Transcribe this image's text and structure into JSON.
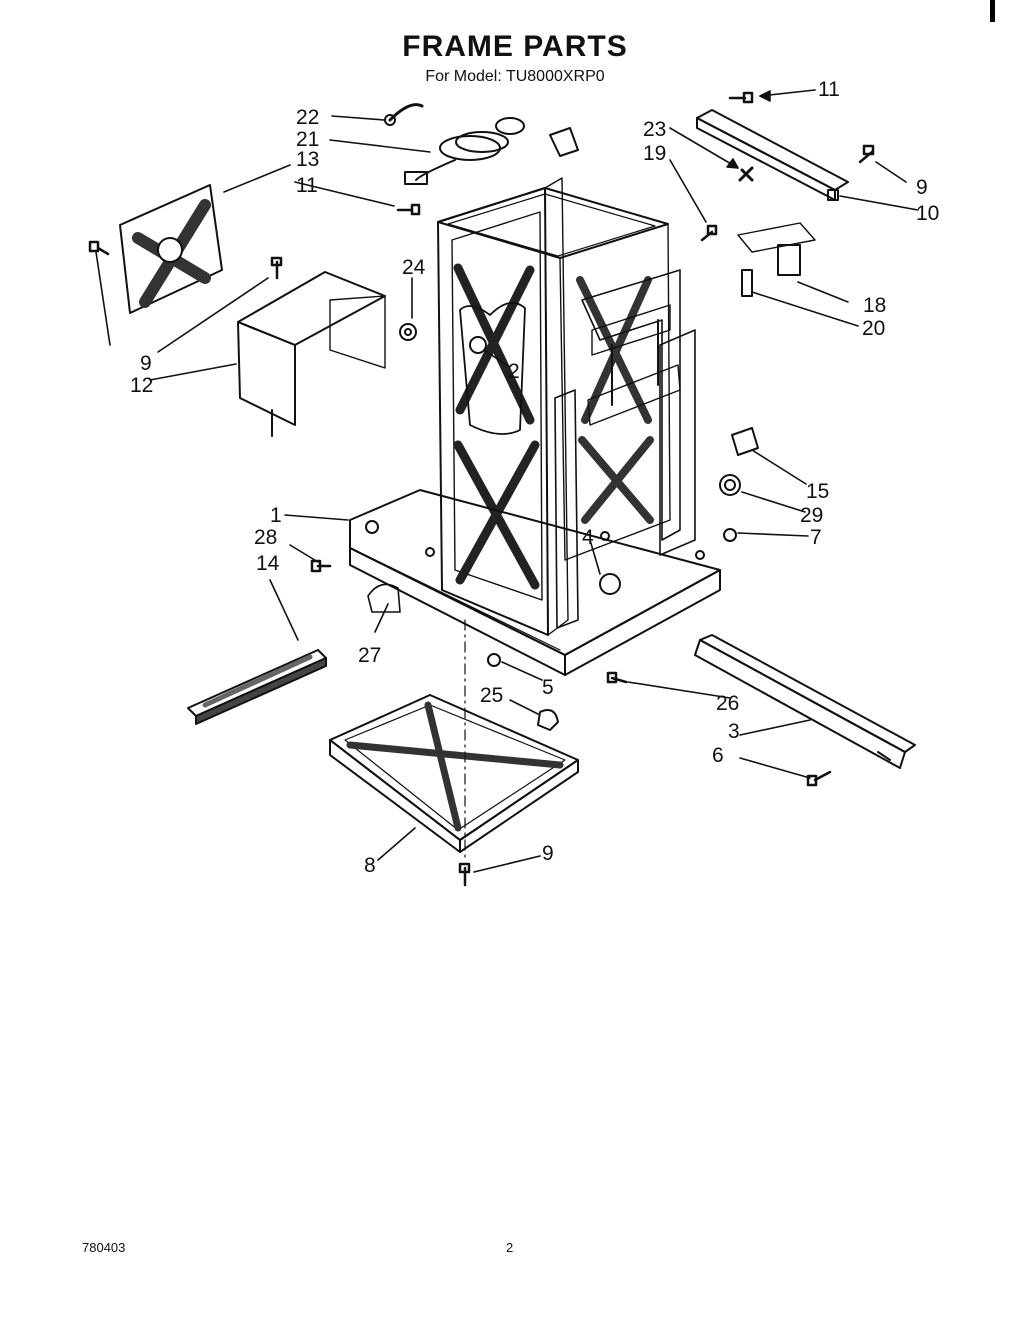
{
  "header": {
    "title": "FRAME PARTS",
    "model_line": "For Model: TU8000XRP0"
  },
  "footer": {
    "doc_number": "780403",
    "page_number": "2"
  },
  "callouts": [
    {
      "part": "1",
      "label": "1"
    },
    {
      "part": "2",
      "label": "2"
    },
    {
      "part": "3",
      "label": "3"
    },
    {
      "part": "4",
      "label": "4"
    },
    {
      "part": "5",
      "label": "5"
    },
    {
      "part": "6",
      "label": "6"
    },
    {
      "part": "7",
      "label": "7"
    },
    {
      "part": "8",
      "label": "8"
    },
    {
      "part": "9a",
      "label": "9"
    },
    {
      "part": "9b",
      "label": "9"
    },
    {
      "part": "9c",
      "label": "9"
    },
    {
      "part": "10",
      "label": "10"
    },
    {
      "part": "11a",
      "label": "11"
    },
    {
      "part": "11b",
      "label": "11"
    },
    {
      "part": "12",
      "label": "12"
    },
    {
      "part": "13",
      "label": "13"
    },
    {
      "part": "14",
      "label": "14"
    },
    {
      "part": "15",
      "label": "15"
    },
    {
      "part": "18",
      "label": "18"
    },
    {
      "part": "19",
      "label": "19"
    },
    {
      "part": "20",
      "label": "20"
    },
    {
      "part": "21",
      "label": "21"
    },
    {
      "part": "22",
      "label": "22"
    },
    {
      "part": "23",
      "label": "23"
    },
    {
      "part": "24",
      "label": "24"
    },
    {
      "part": "25",
      "label": "25"
    },
    {
      "part": "26",
      "label": "26"
    },
    {
      "part": "27",
      "label": "27"
    },
    {
      "part": "28",
      "label": "28"
    },
    {
      "part": "29",
      "label": "29"
    }
  ]
}
